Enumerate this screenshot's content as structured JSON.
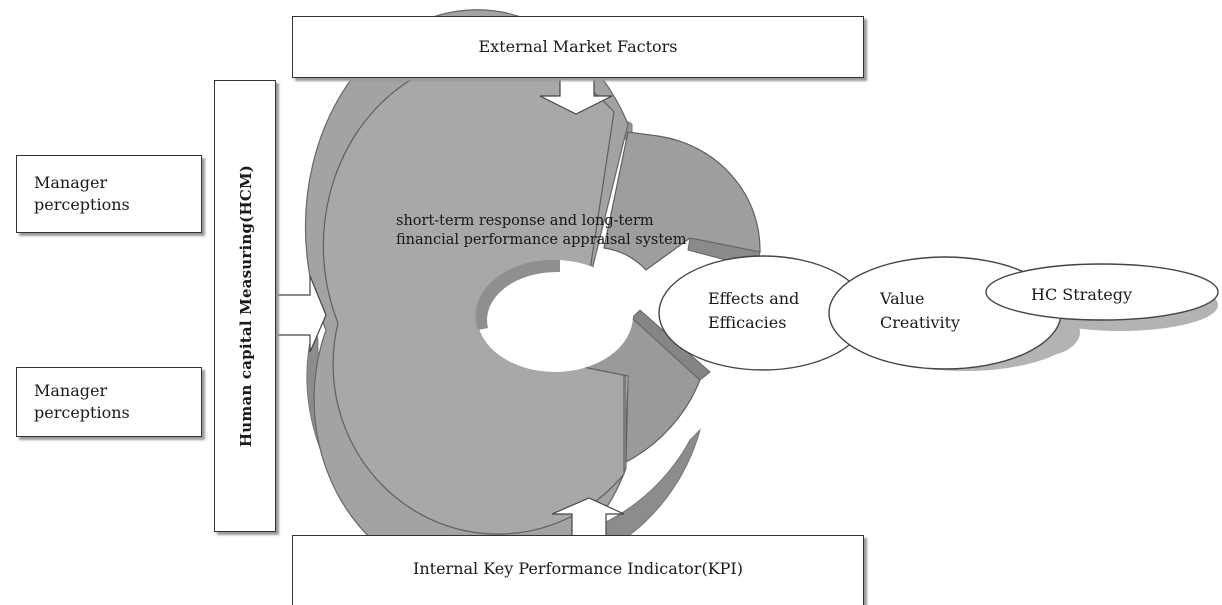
{
  "external_market_factors": "External Market Factors",
  "internal_kpi": "Internal Key Performance Indicator(KPI)",
  "manager_perceptions_top": "Manager perceptions",
  "manager_perceptions_bottom": "Manager perceptions",
  "human_capital_measuring": "Human capital Measuring(HCM)",
  "appraisal_system": "short-term response and long-term financial performance appraisal system",
  "effects_and_efficacies": "Effects and Efficacies",
  "value_creativity": "Value Creativity",
  "hc_strategy": "HC Strategy"
}
